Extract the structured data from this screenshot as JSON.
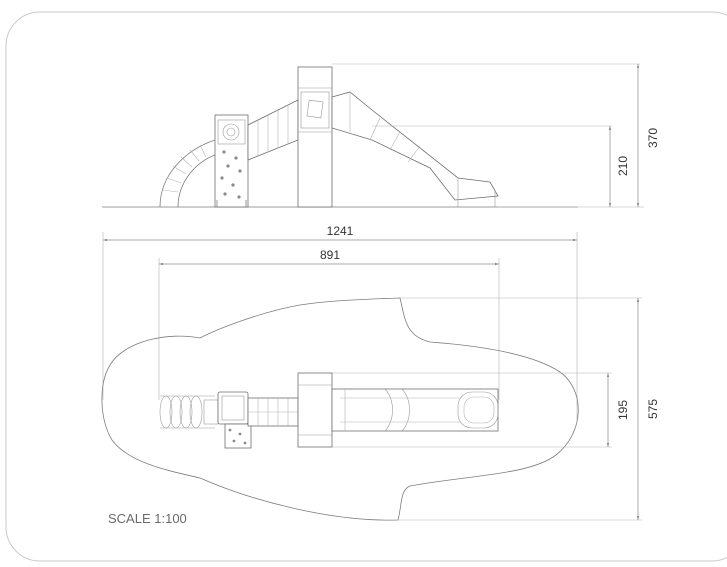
{
  "colors": {
    "frame": "#c8c8c8",
    "line": "#7d7d7d",
    "dimension": "#8c8c8c",
    "text": "#333333"
  },
  "elevation": {
    "height_total_label": "370",
    "height_slide_label": "210"
  },
  "plan": {
    "overall_length_label": "1241",
    "equipment_length_label": "891",
    "slide_width_label": "195",
    "overall_width_label": "575"
  },
  "scale_label": "SCALE 1:100"
}
